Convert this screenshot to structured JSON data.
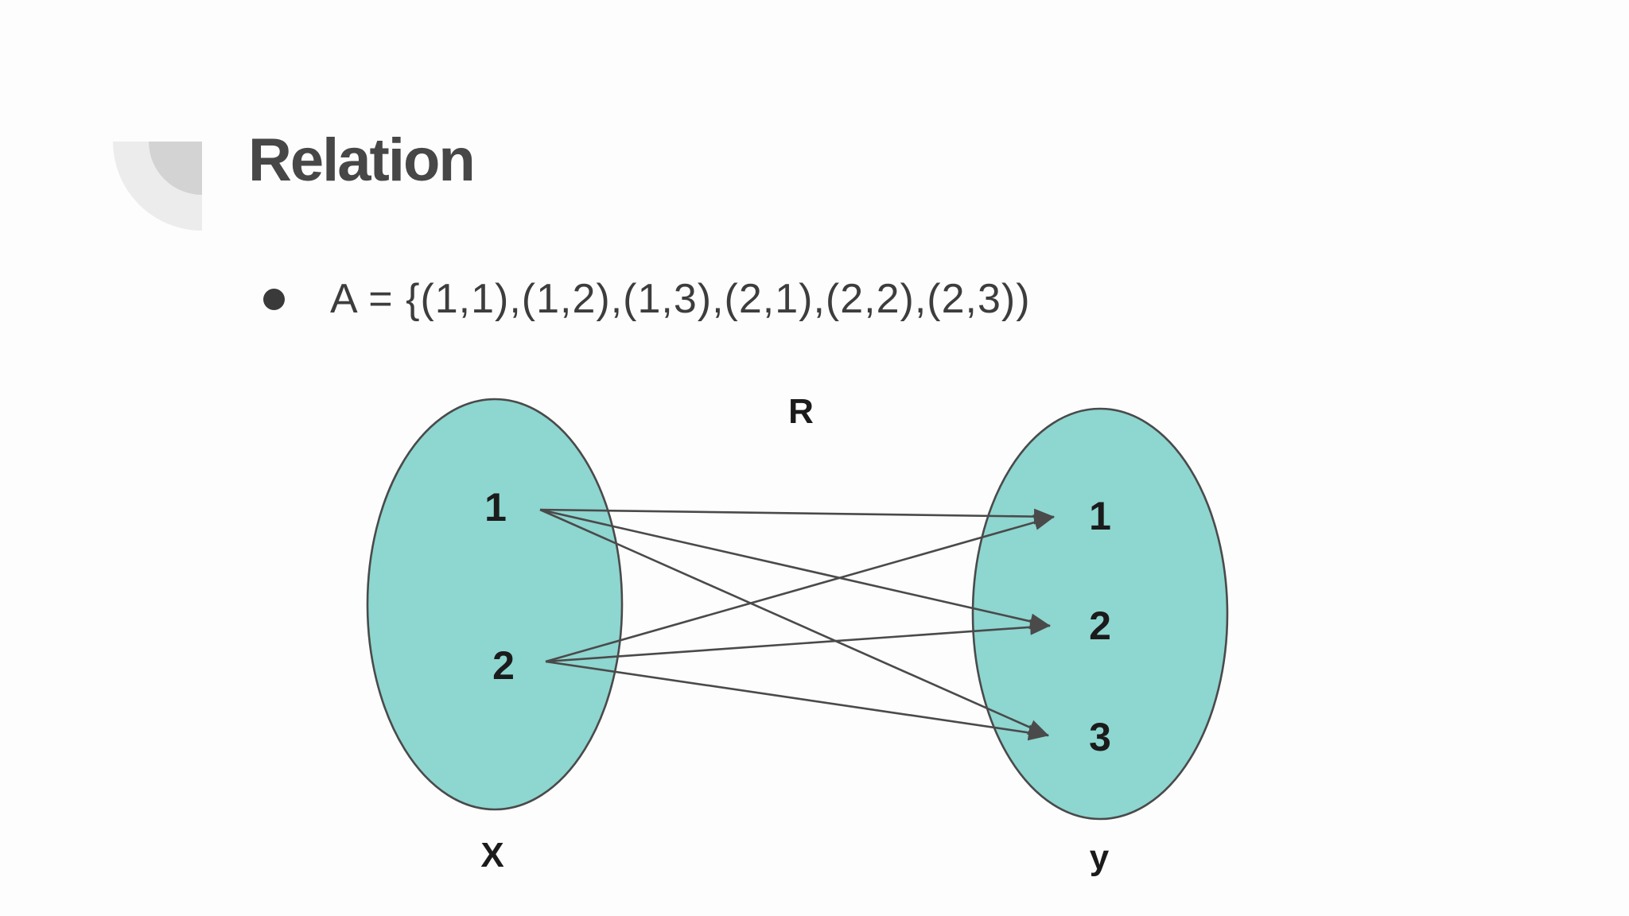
{
  "slide": {
    "title": "Relation",
    "bullet_text": "A = {(1,1),(1,2),(1,3),(2,1),(2,2),(2,3))"
  },
  "diagram": {
    "relation_label": "R",
    "left_set": {
      "label": "X",
      "elements": [
        "1",
        "2"
      ]
    },
    "right_set": {
      "label": "y",
      "elements": [
        "1",
        "2",
        "3"
      ]
    },
    "pairs": [
      [
        1,
        1
      ],
      [
        1,
        2
      ],
      [
        1,
        3
      ],
      [
        2,
        1
      ],
      [
        2,
        2
      ],
      [
        2,
        3
      ]
    ],
    "colors": {
      "background": "#FDFDFD",
      "ellipse_fill": "#8ED6D0",
      "stroke": "#4A4A4A",
      "title": "#474747",
      "bullet_text": "#3D3D3D",
      "element_label": "#1B1B1B",
      "bullet_dot": "#3A3A3A",
      "corner_outer": "#ECECEC",
      "corner_inner": "#D3D3D3"
    }
  }
}
